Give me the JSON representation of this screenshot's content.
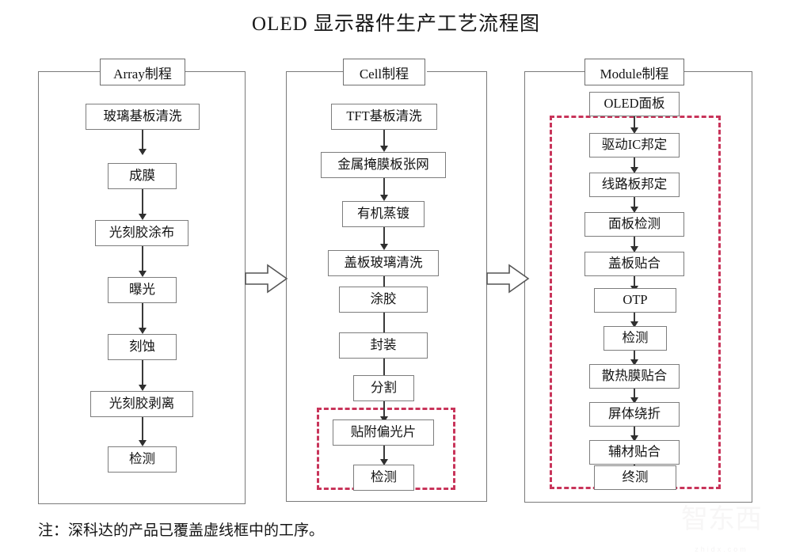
{
  "title": "OLED 显示器件生产工艺流程图",
  "footnote": "注：深科达的产品已覆盖虚线框中的工序。",
  "colors": {
    "box_border": "#7d7d7d",
    "frame_border": "#7a7a7a",
    "arrow": "#2f2f2f",
    "highlight_dashed": "#c8345a",
    "background": "#ffffff",
    "text": "#141414"
  },
  "watermark": {
    "glyphs": "智东西",
    "text": "zhidx.com"
  },
  "chart_data": {
    "type": "diagram",
    "diagram_kind": "process-flowchart",
    "orientation": "three parallel vertical chains connected left-to-right by block arrows",
    "title": "OLED 显示器件生产工艺流程图",
    "stages": [
      {
        "id": "array",
        "header": "Array制程",
        "steps": [
          "玻璃基板清洗",
          "成膜",
          "光刻胶涂布",
          "曝光",
          "刻蚀",
          "光刻胶剥离",
          "检测"
        ],
        "highlighted_steps": []
      },
      {
        "id": "cell",
        "header": "Cell制程",
        "steps": [
          "TFT基板清洗",
          "金属掩膜板张网",
          "有机蒸镀",
          "盖板玻璃清洗",
          "涂胶",
          "封装",
          "分割",
          "贴附偏光片",
          "检测"
        ],
        "highlighted_steps": [
          "贴附偏光片",
          "检测"
        ]
      },
      {
        "id": "module",
        "header": "Module制程",
        "steps": [
          "OLED面板",
          "驱动IC邦定",
          "线路板邦定",
          "面板检测",
          "盖板贴合",
          "OTP",
          "检测",
          "散热膜贴合",
          "屏体绕折",
          "辅材贴合",
          "终测"
        ],
        "highlighted_steps": [
          "驱动IC邦定",
          "线路板邦定",
          "面板检测",
          "盖板贴合",
          "OTP",
          "检测",
          "散热膜贴合",
          "屏体绕折",
          "辅材贴合",
          "终测"
        ]
      }
    ],
    "connectors": [
      {
        "from": "array",
        "to": "cell",
        "style": "block-arrow"
      },
      {
        "from": "cell",
        "to": "module",
        "style": "block-arrow"
      }
    ],
    "legend": "注：深科达的产品已覆盖虚线框中的工序。"
  },
  "stage_array": {
    "header": "Array制程",
    "s0": "玻璃基板清洗",
    "s1": "成膜",
    "s2": "光刻胶涂布",
    "s3": "曝光",
    "s4": "刻蚀",
    "s5": "光刻胶剥离",
    "s6": "检测"
  },
  "stage_cell": {
    "header": "Cell制程",
    "s0": "TFT基板清洗",
    "s1": "金属掩膜板张网",
    "s2": "有机蒸镀",
    "s3": "盖板玻璃清洗",
    "s4": "涂胶",
    "s5": "封装",
    "s6": "分割",
    "s7": "贴附偏光片",
    "s8": "检测"
  },
  "stage_module": {
    "header": "Module制程",
    "s0": "OLED面板",
    "s1": "驱动IC邦定",
    "s2": "线路板邦定",
    "s3": "面板检测",
    "s4": "盖板贴合",
    "s5": "OTP",
    "s6": "检测",
    "s7": "散热膜贴合",
    "s8": "屏体绕折",
    "s9": "辅材贴合",
    "s10": "终测"
  }
}
